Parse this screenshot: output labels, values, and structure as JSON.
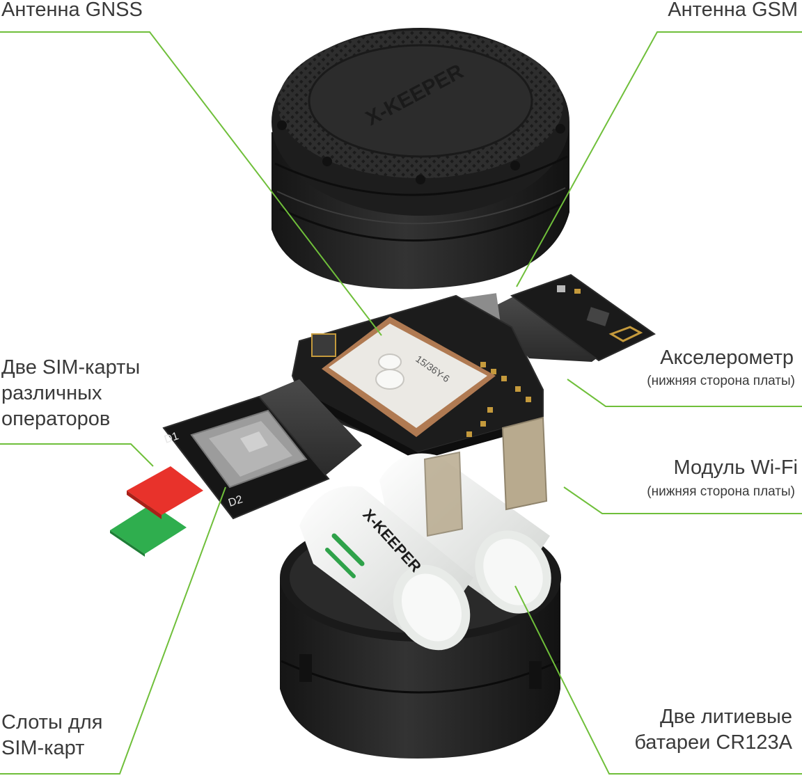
{
  "labels": {
    "gnss_antenna": "Антенна GNSS",
    "gsm_antenna": "Антенна GSM",
    "sim_cards": [
      "Две SIM-карты",
      "различных",
      "операторов"
    ],
    "accelerometer": "Акселерометр",
    "accelerometer_note": "(нижняя сторона платы)",
    "wifi_module": "Модуль Wi-Fi",
    "wifi_note": "(нижняя сторона платы)",
    "sim_slots": [
      "Слоты для",
      "SIM-карт"
    ],
    "batteries": [
      "Две литиевые",
      "батареи CR123A"
    ]
  },
  "device": {
    "lid_logo": "X-KEEPER",
    "battery_logo": "X-KEEPER",
    "patch_marking": "15/36Y-6",
    "slot_1": "D1",
    "slot_2": "D2"
  },
  "colors": {
    "leader_line": "#6fbf3a",
    "housing": "#262626",
    "pcb": "#1c1c1c",
    "patch_ceramic": "#b07a52",
    "patch_top": "#ebe9e4",
    "sim_red": "#e8322b",
    "sim_green": "#2fae4e",
    "battery_body": "#f2f3f1",
    "battery_accent": "#2fa24a",
    "text": "#3a3a3a"
  }
}
